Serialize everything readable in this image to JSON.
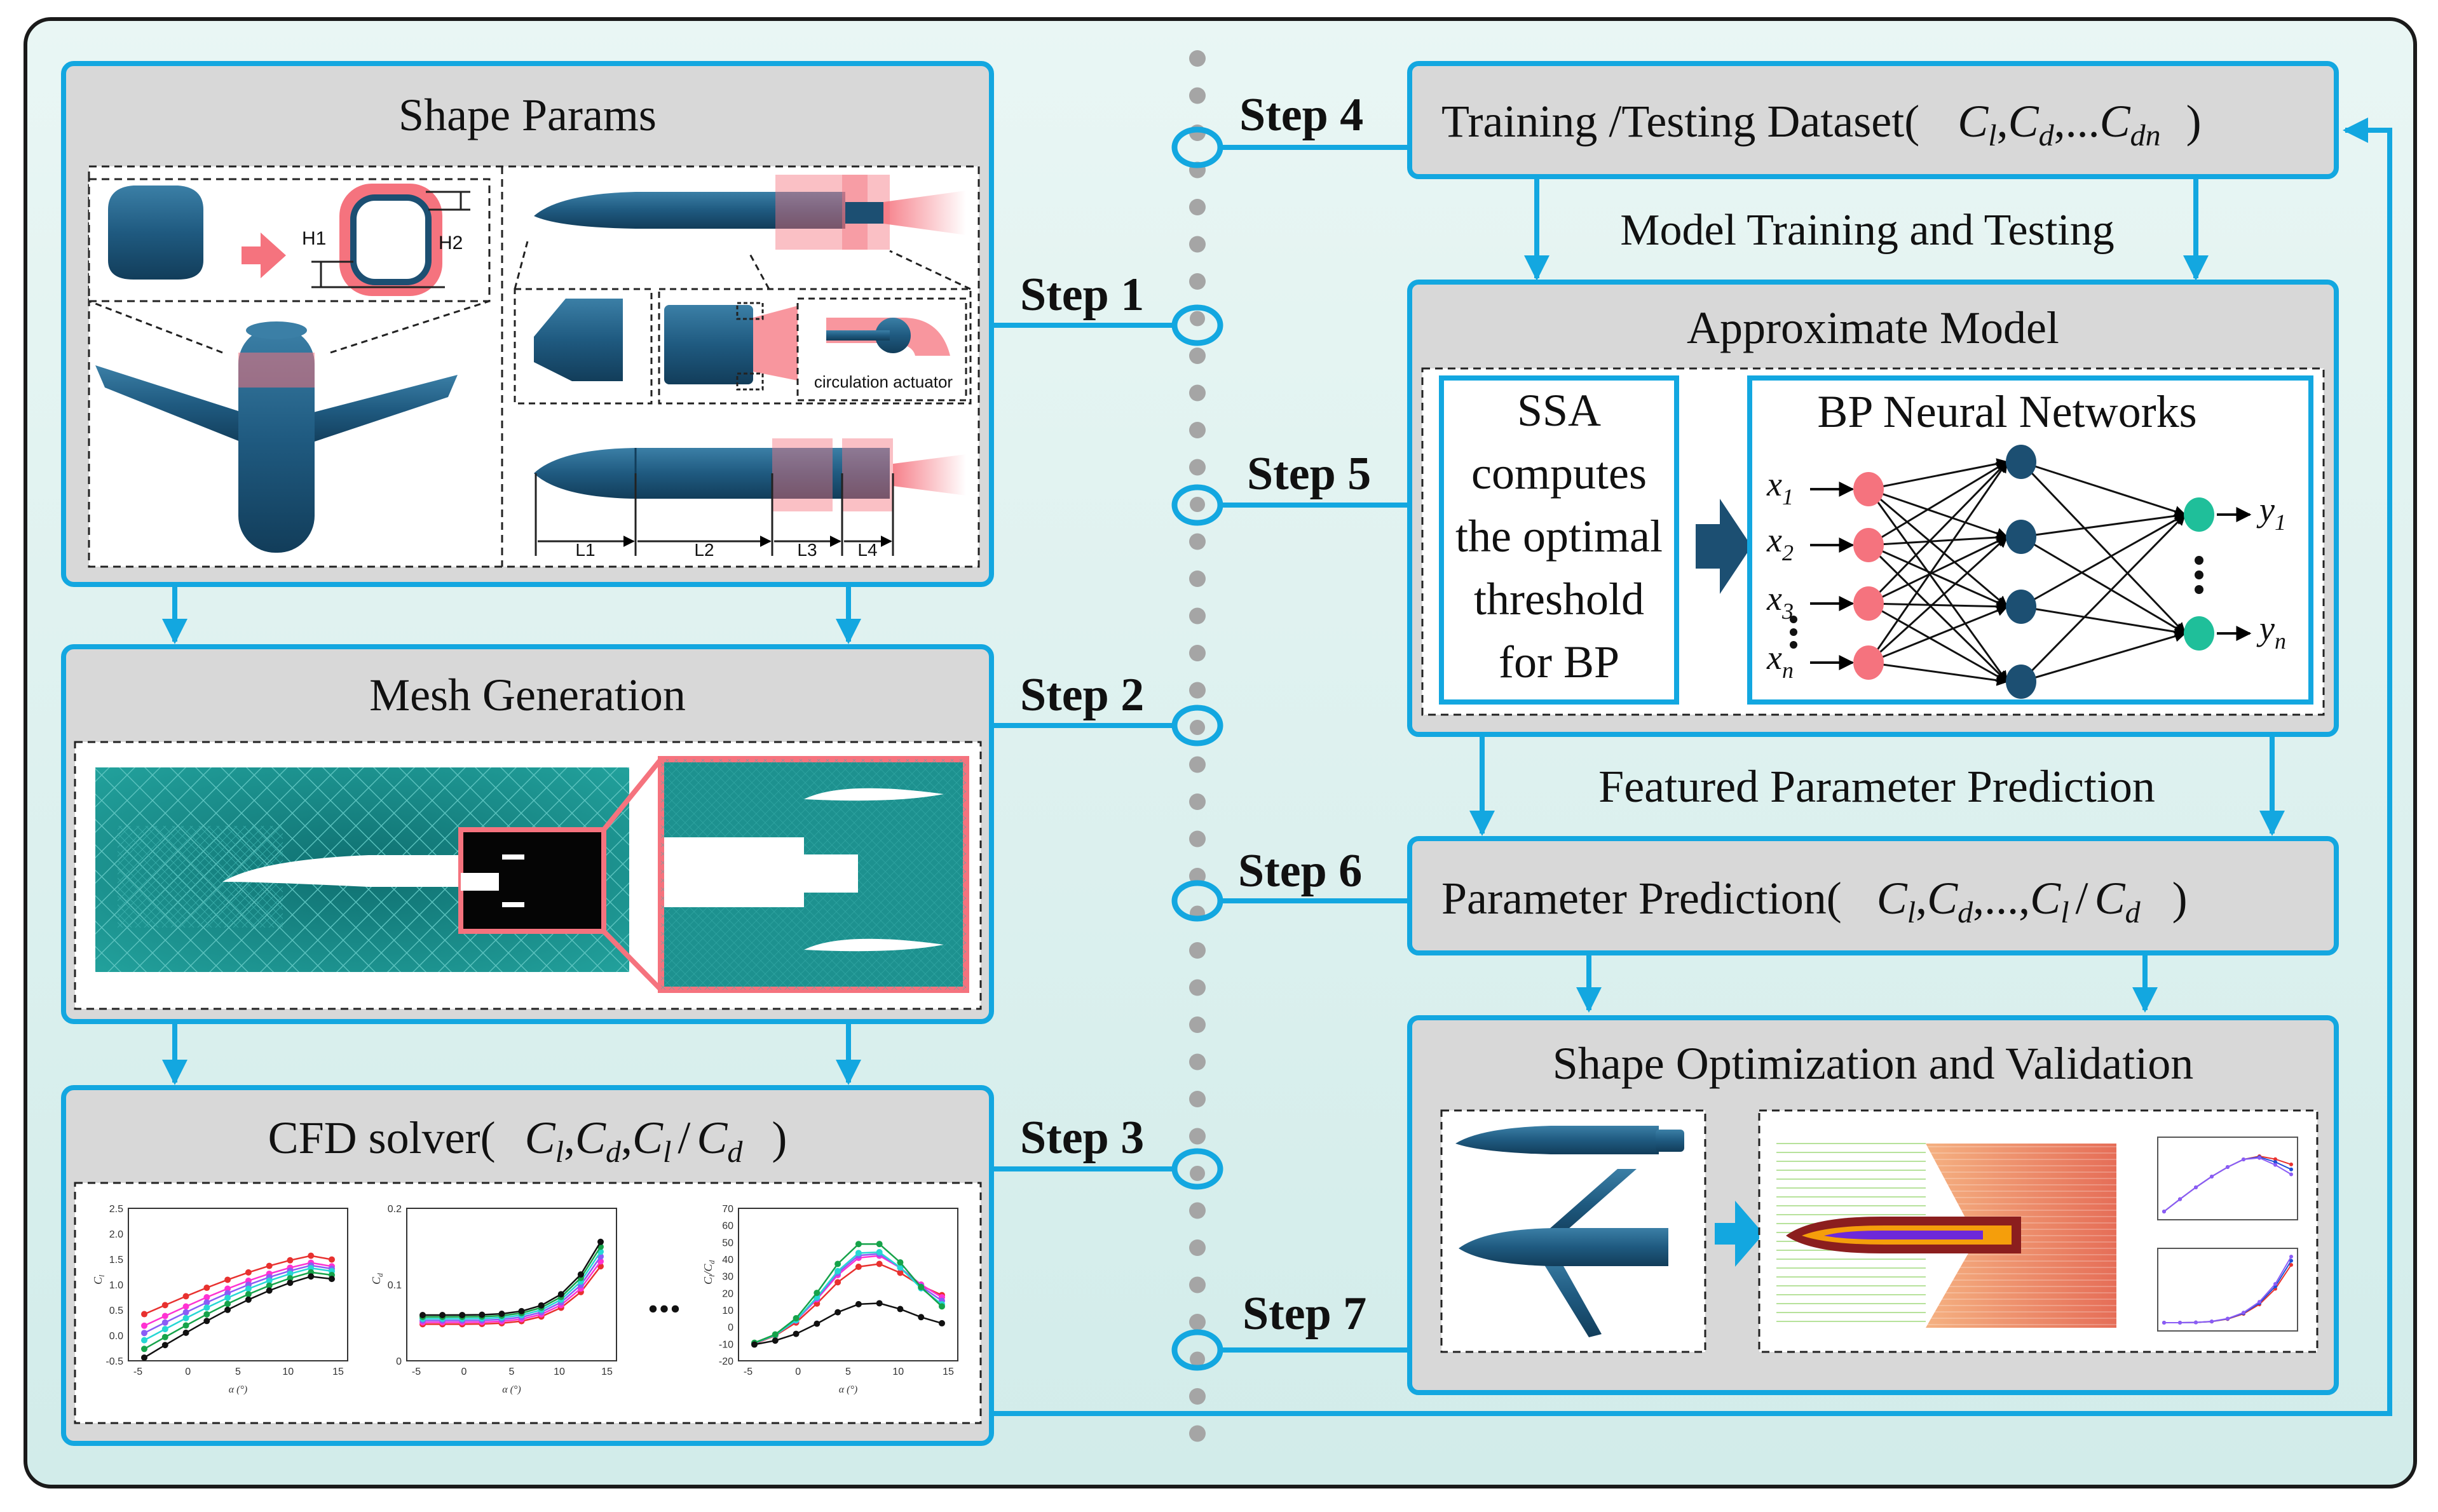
{
  "steps": {
    "s1": "Step 1",
    "s2": "Step 2",
    "s3": "Step 3",
    "s4": "Step 4",
    "s5": "Step 5",
    "s6": "Step 6",
    "s7": "Step 7"
  },
  "shape_params": {
    "title": "Shape Params",
    "h1": "H1",
    "h2": "H2",
    "circulation_actuator": "circulation actuator",
    "l1": "L1",
    "l2": "L2",
    "l3": "L3",
    "l4": "L4"
  },
  "mesh": {
    "title": "Mesh Generation"
  },
  "cfd": {
    "title_prefix": "CFD solver(",
    "c": "C",
    "sub_l": "l",
    "sub_d": "d",
    "comma": ",",
    "slash": "/",
    "close": ")",
    "ellipsis": "...",
    "chart1": {
      "ylabel": "C",
      "ylabel_sub": "l",
      "yticks": [
        "2.5",
        "2.0",
        "1.5",
        "1.0",
        "0.5",
        "0.0",
        "-0.5"
      ],
      "xticks": [
        "-5",
        "0",
        "5",
        "10",
        "15"
      ],
      "xlabel": "α (°)"
    },
    "chart2": {
      "ylabel": "C",
      "ylabel_sub": "d",
      "yticks": [
        "0.2",
        "0.1",
        "0"
      ],
      "xticks": [
        "-5",
        "0",
        "5",
        "10",
        "15"
      ],
      "xlabel": "α (°)"
    },
    "chart3": {
      "ylabel": "C",
      "ylabel_sub": "l",
      "ylabel_rest": "/C",
      "ylabel_sub2": "d",
      "yticks": [
        "70",
        "60",
        "50",
        "40",
        "30",
        "20",
        "10",
        "0",
        "-10",
        "-20"
      ],
      "xticks": [
        "-5",
        "0",
        "5",
        "10",
        "15"
      ],
      "xlabel": "α (°)"
    }
  },
  "dataset": {
    "title_prefix": "Training /Testing Dataset(",
    "c": "C",
    "sub_l": "l",
    "sub_d": "d",
    "sub_dn": "dn",
    "comma": ",",
    "dots": ",...",
    "close": ")"
  },
  "model_training": "Model Training and Testing",
  "approx": {
    "title": "Approximate Model",
    "ssa": [
      "SSA",
      "computes",
      "the optimal",
      "threshold",
      "for BP"
    ],
    "bp_title": "BP Neural Networks",
    "inputs": [
      {
        "base": "x",
        "sub": "1"
      },
      {
        "base": "x",
        "sub": "2"
      },
      {
        "base": "x",
        "sub": "3"
      },
      {
        "base": "x",
        "sub": "n"
      }
    ],
    "outputs": [
      {
        "base": "y",
        "sub": "1"
      },
      {
        "base": "y",
        "sub": "n"
      }
    ]
  },
  "featured": "Featured Parameter Prediction",
  "param_pred": {
    "title_prefix": "Parameter Prediction(",
    "c": "C",
    "sub_l": "l",
    "sub_d": "d",
    "comma": ",",
    "dots": ",...,",
    "slash": "/",
    "close": ")"
  },
  "shape_opt": {
    "title": "Shape Optimization and Validation"
  },
  "colors": {
    "frame_blue": "#13a7e0",
    "panel_gray": "#d8d8d8",
    "bg_teal": "#dff2f0",
    "navy": "#1c4f72",
    "pink": "#f5737e",
    "mesh_teal": "#1d918f",
    "series": [
      "#e8312f",
      "#ff32d2",
      "#8b5cf6",
      "#26d7d4",
      "#16a34a",
      "#111111",
      "#1f4fd8"
    ]
  }
}
